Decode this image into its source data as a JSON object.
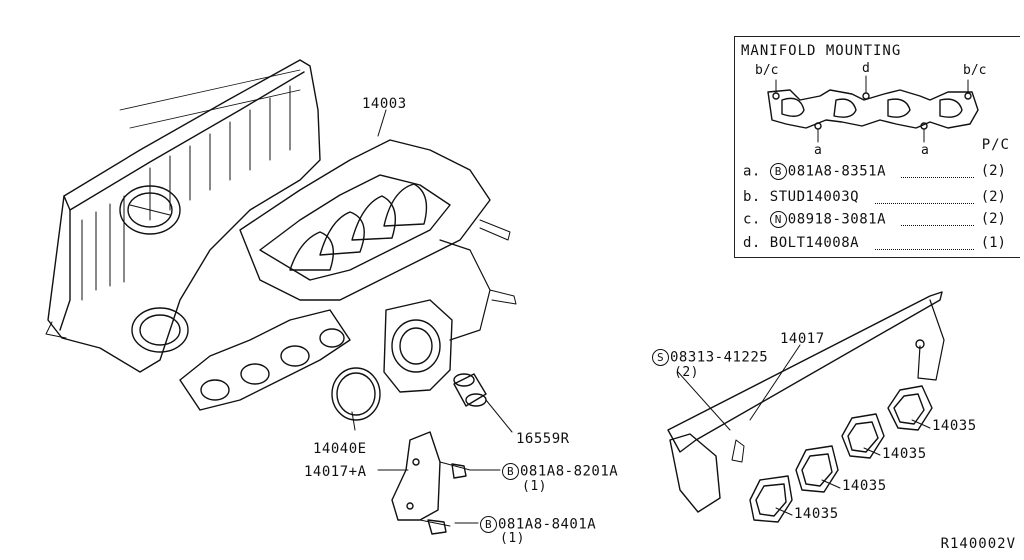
{
  "legend": {
    "title": "MANIFOLD MOUNTING",
    "pc_header": "P/C",
    "tags": {
      "bc_left": "b/c",
      "d": "d",
      "bc_right": "b/c",
      "a_left": "a",
      "a_right": "a"
    },
    "rows": [
      {
        "key": "a.",
        "symbol": "B",
        "part": "081A8-8351A",
        "qty": "(2)"
      },
      {
        "key": "b.",
        "symbol": "",
        "part": "STUD14003Q",
        "qty": "(2)"
      },
      {
        "key": "c.",
        "symbol": "N",
        "part": "08918-3081A",
        "qty": "(2)"
      },
      {
        "key": "d.",
        "symbol": "",
        "part": "BOLT14008A",
        "qty": "(1)"
      }
    ]
  },
  "labels": {
    "manifold": "14003",
    "gasket_ring": "14040E",
    "spacer": "16559R",
    "bracket_a": "14017+A",
    "bolt1_symbol": "B",
    "bolt1_part": "081A8-8201A",
    "bolt1_qty": "(1)",
    "bolt2_symbol": "B",
    "bolt2_part": "081A8-8401A",
    "bolt2_qty": "(1)",
    "stay": "14017",
    "screw_symbol": "S",
    "screw_part": "08313-41225",
    "screw_qty": "(2)",
    "gasket1": "14035",
    "gasket2": "14035",
    "gasket3": "14035",
    "gasket4": "14035"
  },
  "ref_code": "R140002V"
}
